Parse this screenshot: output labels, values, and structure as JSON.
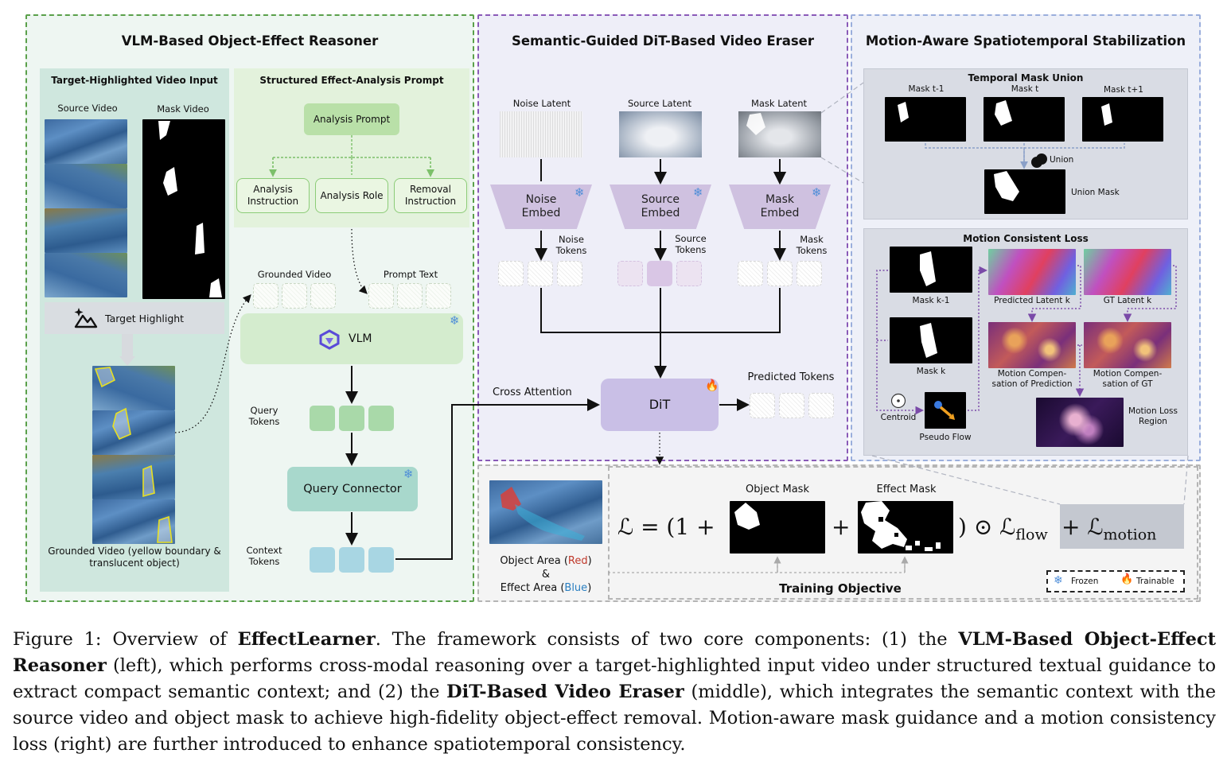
{
  "panels": {
    "left_title": "VLM-Based Object-Effect Reasoner",
    "mid_title": "Semantic-Guided DiT-Based Video Eraser",
    "right_title": "Motion-Aware Spatiotemporal Stabilization"
  },
  "left": {
    "input_title": "Target-Highlighted Video Input",
    "source_video": "Source Video",
    "mask_video": "Mask Video",
    "target_highlight": "Target Highlight",
    "grounded_caption": "Grounded Video (yellow boundary & translucent object)",
    "prompt_title": "Structured Effect-Analysis Prompt",
    "analysis_prompt": "Analysis Prompt",
    "analysis_instruction": "Analysis Instruction",
    "analysis_role": "Analysis Role",
    "removal_instruction": "Removal Instruction",
    "grounded_video": "Grounded Video",
    "prompt_text": "Prompt Text",
    "vlm": "VLM",
    "query_tokens": "Query Tokens",
    "query_connector": "Query Connector",
    "context_tokens": "Context Tokens"
  },
  "mid": {
    "noise_latent": "Noise Latent",
    "source_latent": "Source Latent",
    "mask_latent": "Mask Latent",
    "noise_embed": "Noise Embed",
    "source_embed": "Source Embed",
    "mask_embed": "Mask Embed",
    "noise_tokens": "Noise Tokens",
    "source_tokens": "Source Tokens",
    "mask_tokens": "Mask Tokens",
    "cross_attention": "Cross Attention",
    "dit": "DiT",
    "predicted_tokens": "Predicted Tokens"
  },
  "right": {
    "tmu_title": "Temporal Mask Union",
    "mask_prev": "Mask t-1",
    "mask_t": "Mask t",
    "mask_next": "Mask t+1",
    "union": "Union",
    "union_mask": "Union Mask",
    "mcl_title": "Motion Consistent Loss",
    "mask_k_prev": "Mask k-1",
    "mask_k": "Mask k",
    "predicted_latent": "Predicted Latent k",
    "gt_latent": "GT Latent k",
    "mc_pred": "Motion Compen- sation of Prediction",
    "mc_gt": "Motion Compen- sation of GT",
    "centroid": "Centroid",
    "pseudo_flow": "Pseudo Flow",
    "motion_loss_region": "Motion Loss Region"
  },
  "bottom": {
    "object_area_prefix": "Object Area (",
    "object_area_color": "Red",
    "object_area_suffix": ")",
    "ampersand": "&",
    "effect_area_prefix": "Effect Area (",
    "effect_area_color": "Blue",
    "effect_area_suffix": ")",
    "object_mask": "Object Mask",
    "effect_mask": "Effect Mask",
    "formula_left": "ℒ = (1 +",
    "formula_plus": "+",
    "formula_right_1": ") ⊙ ℒ",
    "formula_sub_flow": "flow",
    "formula_plus2": " + ℒ",
    "formula_sub_motion": "motion",
    "training_objective": "Training Objective",
    "legend_frozen": "Frozen",
    "legend_trainable": "Trainable"
  },
  "caption": {
    "p1": "Figure 1: Overview of ",
    "b1": "EffectLearner",
    "p2": ". The framework consists of two core components: (1) the ",
    "b2": "VLM-Based Object-Effect Reasoner",
    "p3": " (left), which performs cross-modal reasoning over a target-highlighted input video under structured textual guidance to extract compact semantic context; and (2) the ",
    "b3": "DiT-Based Video Eraser",
    "p4": " (middle), which integrates the semantic context with the source video and object mask to achieve high-fidelity object-effect removal. Motion-aware mask guidance and a motion consistency loss (right) are further introduced to enhance spatiotemporal consistency."
  },
  "colors": {
    "left_border": "#5aa04a",
    "mid_border": "#8a5ab8",
    "right_border": "#9aaedc",
    "bottom_border": "#b5b5b5",
    "token_green": "#a9d9a9",
    "token_blue": "#a8d6e3",
    "token_purple": "#d9c6e5",
    "dit_fill": "#c9bfe6",
    "connector_fill": "#a8d8cc",
    "object_red": "#c0392b",
    "effect_blue": "#2a7fc1"
  },
  "icons": [
    "snowflake-icon",
    "fire-icon",
    "vlm-logo-icon",
    "sparkle-mountain-icon",
    "union-icon",
    "centroid-icon"
  ]
}
